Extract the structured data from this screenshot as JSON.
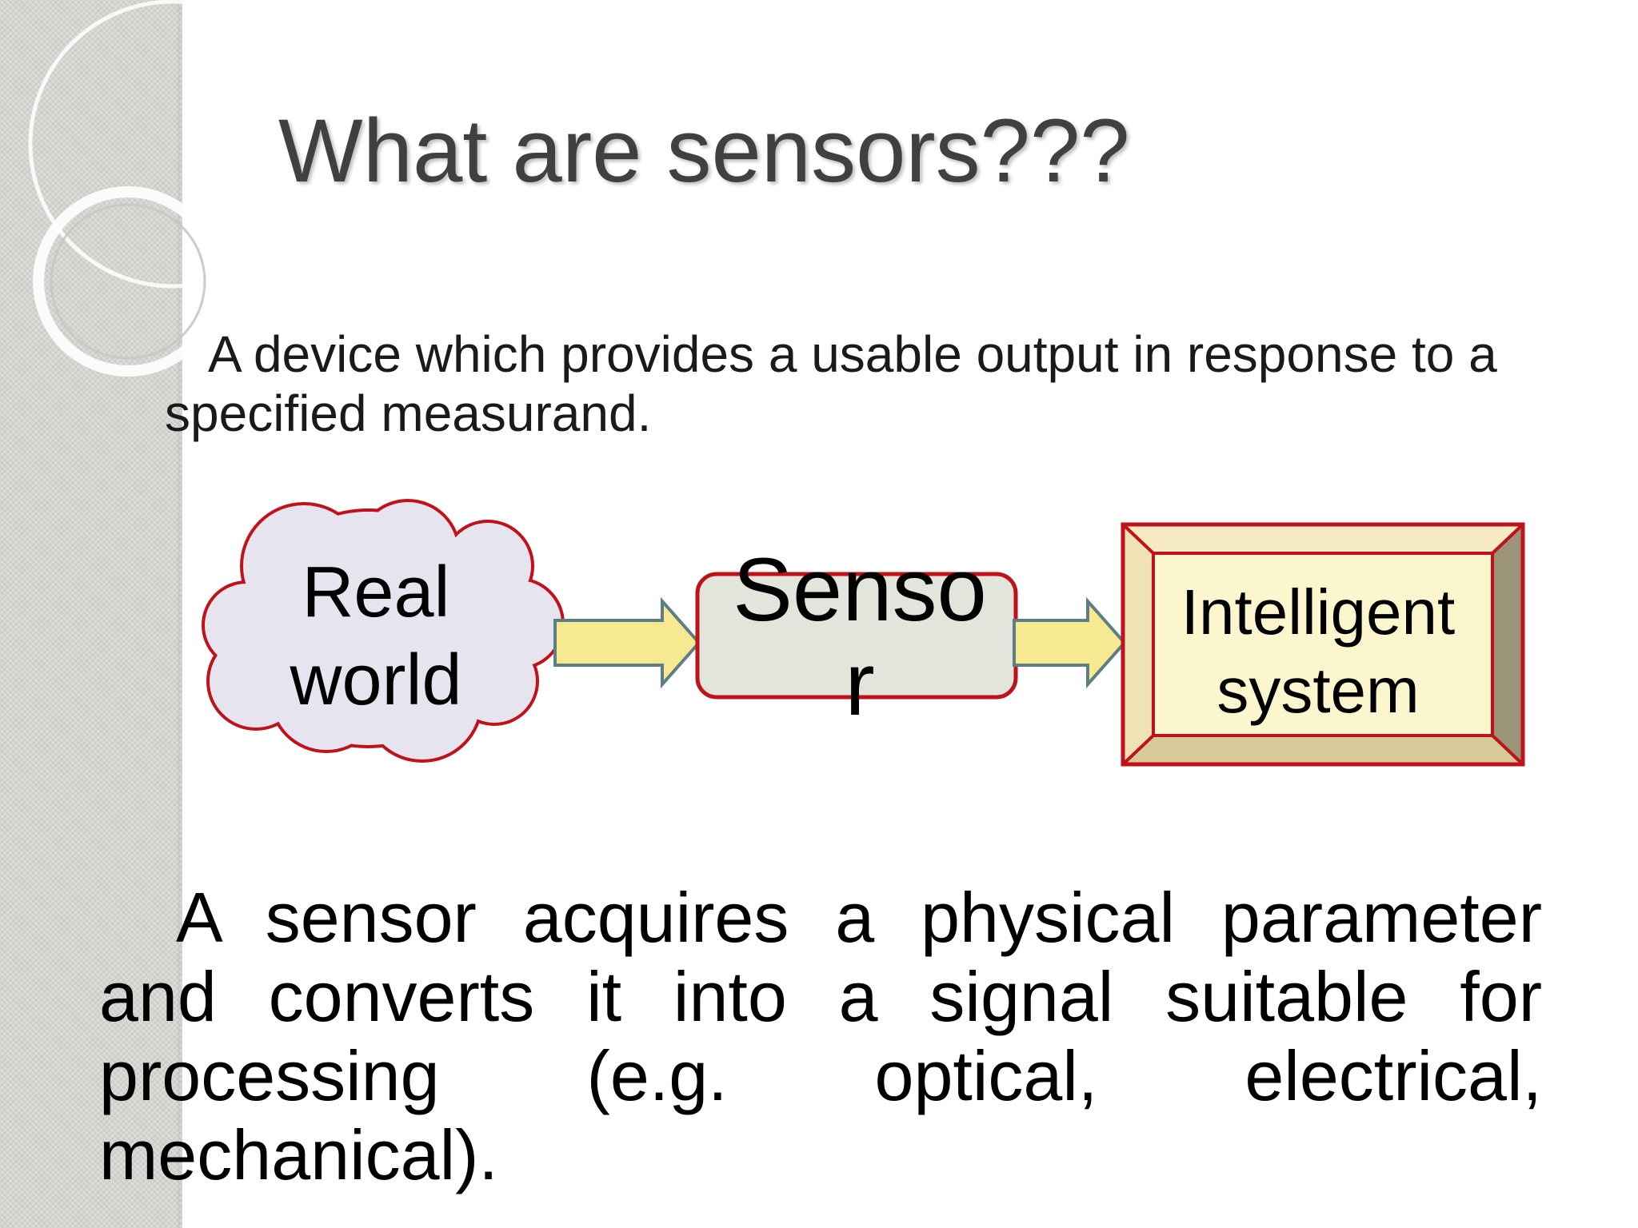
{
  "slide": {
    "title": "What are sensors???",
    "definition": "A device which provides a usable output in response to a specified measurand.",
    "description": "A sensor acquires a physical parameter and converts it into a signal suitable for processing (e.g. optical, electrical, mechanical)."
  },
  "diagram": {
    "nodes": {
      "real_world": {
        "line1": "Real",
        "line2": "world"
      },
      "sensor": {
        "line1": "Senso",
        "line2": "r"
      },
      "intelligent_system": {
        "line1": "Intelligent",
        "line2": "system"
      }
    },
    "colors": {
      "cloud_fill": "#e6e4ee",
      "outline_red": "#c0121a",
      "sensor_fill": "#e2e5dc",
      "arrow_fill": "#f6e992",
      "arrow_stroke": "#5e7e86",
      "bevel_top": "#f5eac3",
      "bevel_side": "#9c9478",
      "bevel_bottom": "#d7ca98",
      "panel_fill": "#fcf6cf"
    }
  }
}
